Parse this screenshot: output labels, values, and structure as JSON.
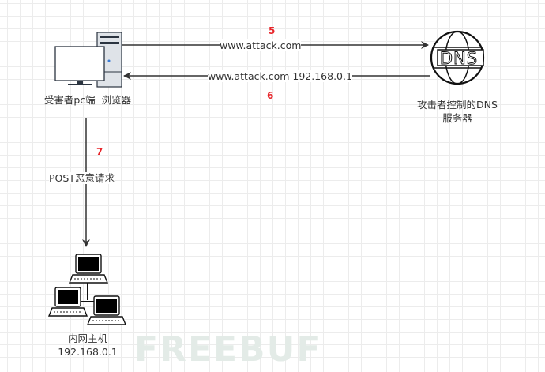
{
  "nodes": {
    "victim": {
      "label": "受害者pc端  浏览器"
    },
    "dns_server": {
      "icon_text": "DNS",
      "label_line1": "攻击者控制的DNS",
      "label_line2": "服务器"
    },
    "intranet": {
      "label_line1": "内网主机",
      "label_line2": "192.168.0.1"
    }
  },
  "edges": [
    {
      "step": "5",
      "label": "www.attack.com"
    },
    {
      "step": "6",
      "label": "www.attack.com 192.168.0.1"
    },
    {
      "step": "7",
      "label": "POST恶意请求"
    }
  ],
  "watermark": "FREEBUF",
  "colors": {
    "step_number": "#e8262b",
    "line": "#333333",
    "grid": "#ececec"
  }
}
